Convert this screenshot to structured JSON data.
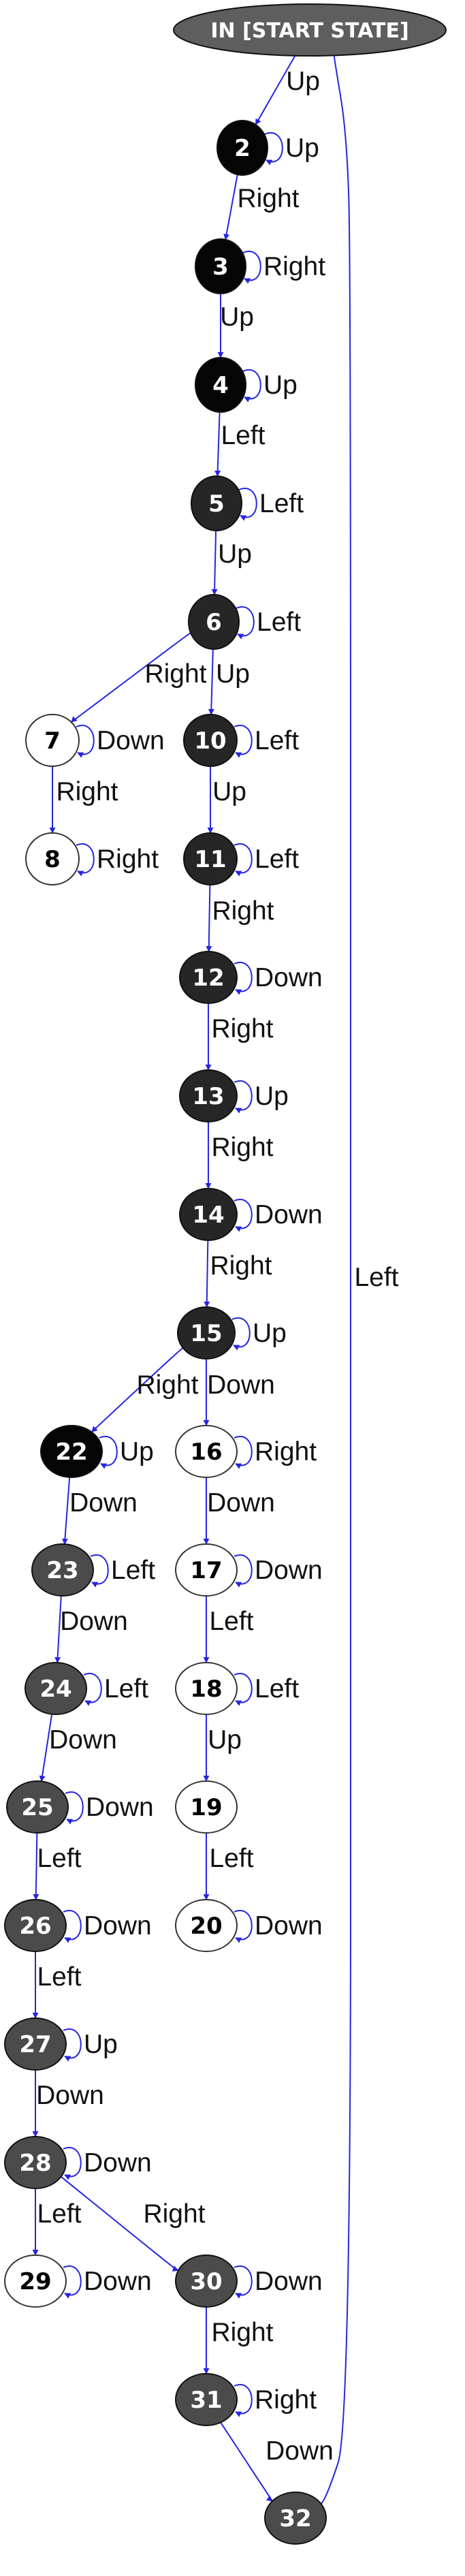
{
  "colors": {
    "edge": "#2525e0",
    "start_fill": "#5e5e5e",
    "node_black": "#050505",
    "node_dark": "#262626",
    "node_gray": "#4b4b4b",
    "node_white": "#ffffff",
    "node_stroke": "#333333",
    "text_on_dark": "#ffffff",
    "text_on_light": "#000000"
  },
  "nodes": [
    {
      "id": "start",
      "label": "IN [START STATE]",
      "fill": "start_fill"
    },
    {
      "id": "n2",
      "label": "2",
      "fill": "node_black"
    },
    {
      "id": "n3",
      "label": "3",
      "fill": "node_black"
    },
    {
      "id": "n4",
      "label": "4",
      "fill": "node_black"
    },
    {
      "id": "n5",
      "label": "5",
      "fill": "node_dark"
    },
    {
      "id": "n6",
      "label": "6",
      "fill": "node_dark"
    },
    {
      "id": "n7",
      "label": "7",
      "fill": "node_white"
    },
    {
      "id": "n8",
      "label": "8",
      "fill": "node_white"
    },
    {
      "id": "n10",
      "label": "10",
      "fill": "node_dark"
    },
    {
      "id": "n11",
      "label": "11",
      "fill": "node_dark"
    },
    {
      "id": "n12",
      "label": "12",
      "fill": "node_dark"
    },
    {
      "id": "n13",
      "label": "13",
      "fill": "node_dark"
    },
    {
      "id": "n14",
      "label": "14",
      "fill": "node_dark"
    },
    {
      "id": "n15",
      "label": "15",
      "fill": "node_dark"
    },
    {
      "id": "n22",
      "label": "22",
      "fill": "node_black"
    },
    {
      "id": "n16",
      "label": "16",
      "fill": "node_white"
    },
    {
      "id": "n23",
      "label": "23",
      "fill": "node_gray"
    },
    {
      "id": "n17",
      "label": "17",
      "fill": "node_white"
    },
    {
      "id": "n24",
      "label": "24",
      "fill": "node_gray"
    },
    {
      "id": "n18",
      "label": "18",
      "fill": "node_white"
    },
    {
      "id": "n25",
      "label": "25",
      "fill": "node_gray"
    },
    {
      "id": "n19",
      "label": "19",
      "fill": "node_white"
    },
    {
      "id": "n26",
      "label": "26",
      "fill": "node_gray"
    },
    {
      "id": "n20",
      "label": "20",
      "fill": "node_white"
    },
    {
      "id": "n27",
      "label": "27",
      "fill": "node_gray"
    },
    {
      "id": "n28",
      "label": "28",
      "fill": "node_gray"
    },
    {
      "id": "n29",
      "label": "29",
      "fill": "node_white"
    },
    {
      "id": "n30",
      "label": "30",
      "fill": "node_gray"
    },
    {
      "id": "n31",
      "label": "31",
      "fill": "node_gray"
    },
    {
      "id": "n32",
      "label": "32",
      "fill": "node_gray"
    }
  ],
  "edges": [
    {
      "from": "start",
      "to": "n2",
      "label": "Up"
    },
    {
      "from": "n2",
      "to": "n2",
      "label": "Up"
    },
    {
      "from": "n2",
      "to": "n3",
      "label": "Right"
    },
    {
      "from": "n3",
      "to": "n3",
      "label": "Right"
    },
    {
      "from": "n3",
      "to": "n4",
      "label": "Up"
    },
    {
      "from": "n4",
      "to": "n4",
      "label": "Up"
    },
    {
      "from": "n4",
      "to": "n5",
      "label": "Left"
    },
    {
      "from": "n5",
      "to": "n5",
      "label": "Left"
    },
    {
      "from": "n5",
      "to": "n6",
      "label": "Up"
    },
    {
      "from": "n6",
      "to": "n6",
      "label": "Left"
    },
    {
      "from": "n6",
      "to": "n7",
      "label": "Right"
    },
    {
      "from": "n6",
      "to": "n10",
      "label": "Up"
    },
    {
      "from": "n7",
      "to": "n7",
      "label": "Down"
    },
    {
      "from": "n7",
      "to": "n8",
      "label": "Right"
    },
    {
      "from": "n8",
      "to": "n8",
      "label": "Right"
    },
    {
      "from": "n10",
      "to": "n10",
      "label": "Left"
    },
    {
      "from": "n10",
      "to": "n11",
      "label": "Up"
    },
    {
      "from": "n11",
      "to": "n11",
      "label": "Left"
    },
    {
      "from": "n11",
      "to": "n12",
      "label": "Right"
    },
    {
      "from": "n12",
      "to": "n12",
      "label": "Down"
    },
    {
      "from": "n12",
      "to": "n13",
      "label": "Right"
    },
    {
      "from": "n13",
      "to": "n13",
      "label": "Up"
    },
    {
      "from": "n13",
      "to": "n14",
      "label": "Right"
    },
    {
      "from": "n14",
      "to": "n14",
      "label": "Down"
    },
    {
      "from": "n14",
      "to": "n15",
      "label": "Right"
    },
    {
      "from": "n15",
      "to": "n15",
      "label": "Up"
    },
    {
      "from": "n15",
      "to": "n22",
      "label": "Right"
    },
    {
      "from": "n15",
      "to": "n16",
      "label": "Down"
    },
    {
      "from": "n22",
      "to": "n22",
      "label": "Up"
    },
    {
      "from": "n22",
      "to": "n23",
      "label": "Down"
    },
    {
      "from": "n16",
      "to": "n16",
      "label": "Right"
    },
    {
      "from": "n16",
      "to": "n17",
      "label": "Down"
    },
    {
      "from": "n23",
      "to": "n23",
      "label": "Left"
    },
    {
      "from": "n23",
      "to": "n24",
      "label": "Down"
    },
    {
      "from": "n17",
      "to": "n17",
      "label": "Down"
    },
    {
      "from": "n17",
      "to": "n18",
      "label": "Left"
    },
    {
      "from": "n24",
      "to": "n24",
      "label": "Left"
    },
    {
      "from": "n24",
      "to": "n25",
      "label": "Down"
    },
    {
      "from": "n18",
      "to": "n18",
      "label": "Left"
    },
    {
      "from": "n18",
      "to": "n19",
      "label": "Up"
    },
    {
      "from": "n25",
      "to": "n25",
      "label": "Down"
    },
    {
      "from": "n25",
      "to": "n26",
      "label": "Left"
    },
    {
      "from": "n19",
      "to": "n20",
      "label": "Left"
    },
    {
      "from": "n26",
      "to": "n26",
      "label": "Down"
    },
    {
      "from": "n26",
      "to": "n27",
      "label": "Left"
    },
    {
      "from": "n20",
      "to": "n20",
      "label": "Down"
    },
    {
      "from": "n27",
      "to": "n27",
      "label": "Up"
    },
    {
      "from": "n27",
      "to": "n28",
      "label": "Down"
    },
    {
      "from": "n28",
      "to": "n28",
      "label": "Down"
    },
    {
      "from": "n28",
      "to": "n29",
      "label": "Left"
    },
    {
      "from": "n28",
      "to": "n30",
      "label": "Right"
    },
    {
      "from": "n29",
      "to": "n29",
      "label": "Down"
    },
    {
      "from": "n30",
      "to": "n30",
      "label": "Down"
    },
    {
      "from": "n30",
      "to": "n31",
      "label": "Right"
    },
    {
      "from": "n31",
      "to": "n31",
      "label": "Right"
    },
    {
      "from": "n31",
      "to": "n32",
      "label": "Down"
    },
    {
      "from": "n32",
      "to": "start",
      "label": "Left"
    }
  ]
}
